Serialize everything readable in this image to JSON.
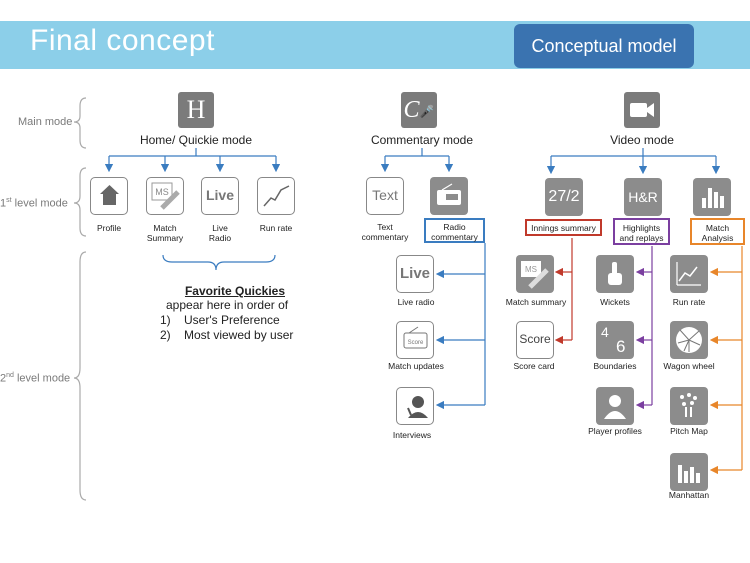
{
  "title": "Final concept",
  "badge": "Conceptual model",
  "levels": {
    "main": "Main mode",
    "first_prefix": "1",
    "first_sup": "st",
    "first_suffix": " level mode",
    "second_prefix": "2",
    "second_sup": "nd",
    "second_suffix": " level mode"
  },
  "modes": {
    "home": {
      "icon_letter": "H",
      "title": "Home/ Quickie mode"
    },
    "commentary": {
      "icon_letter": "C",
      "title": "Commentary mode"
    },
    "video": {
      "title": "Video mode"
    }
  },
  "home_items": {
    "profile": "Profile",
    "match_summary_1": "Match",
    "match_summary_2": "Summary",
    "ms_icon": "MS",
    "live_radio_1": "Live",
    "live_radio_2": "Radio",
    "live_icon": "Live",
    "run_rate": "Run rate"
  },
  "favorites": {
    "title": "Favorite Quickies",
    "line1": "appear here in order of",
    "item1_num": "1)",
    "item1": "User's Preference",
    "item2_num": "2)",
    "item2": "Most viewed by user"
  },
  "commentary_items": {
    "text_icon": "Text",
    "text_1": "Text",
    "text_2": "commentary",
    "radio_1": "Radio",
    "radio_2": "commentary",
    "live_icon": "Live",
    "live_radio": "Live radio",
    "score_icon": "Score",
    "match_updates": "Match updates",
    "interviews": "Interviews"
  },
  "video_items": {
    "innings_icon": "27/2",
    "innings": "Innings summary",
    "hr_icon": "H&R",
    "highlights_1": "Highlights",
    "highlights_2": "and replays",
    "match_analysis_1": "Match",
    "match_analysis_2": "Analysis",
    "ms_icon": "MS",
    "match_summary": "Match summary",
    "score_icon": "Score",
    "score_card": "Score card",
    "wickets": "Wickets",
    "boundaries": "Boundaries",
    "four": "4",
    "six": "6",
    "player_profiles": "Player profiles",
    "run_rate": "Run rate",
    "wagon_wheel": "Wagon wheel",
    "pitch_map": "Pitch Map",
    "manhattan": "Manhattan"
  },
  "colors": {
    "banner": "#8ccfe9",
    "badge": "#3a73b0",
    "home_arrows": "#3a7cc0",
    "innings": "#c0392b",
    "highlights": "#7b3fa0",
    "analysis": "#e8862a",
    "brace": "#aaaaaa"
  }
}
